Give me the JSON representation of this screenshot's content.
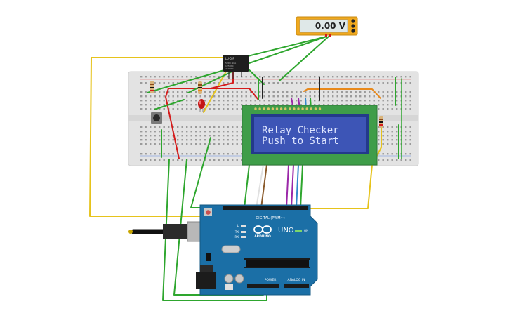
{
  "multimeter": {
    "reading": "0.00 V"
  },
  "relay": {
    "model": "LU-5-R",
    "lines": [
      "5VDC 10A",
      "125VAC",
      "250VAC"
    ]
  },
  "lcd": {
    "line1": "Relay Checker",
    "line2": "Push to Start"
  },
  "arduino": {
    "brand": "ARDUINO",
    "model": "UNO",
    "digital_label": "DIGITAL (PWM~)",
    "power_label": "POWER",
    "analog_label": "ANALOG IN",
    "led_labels": [
      "L",
      "TX",
      "RX",
      "ON"
    ]
  },
  "colors": {
    "breadboard": "#e3e3e3",
    "lcd_board": "#3f9d49",
    "lcd_screen": "#3d55b6",
    "lcd_text": "#dfe6ff",
    "arduino_board": "#1b6fa6",
    "wire_green": "#2ea62e",
    "wire_yellow": "#e6c31c",
    "wire_red": "#d41c1c",
    "wire_orange": "#e8891c",
    "wire_purple": "#9b27a8",
    "wire_blue": "#3388cc",
    "multimeter_body": "#f0a91f"
  }
}
